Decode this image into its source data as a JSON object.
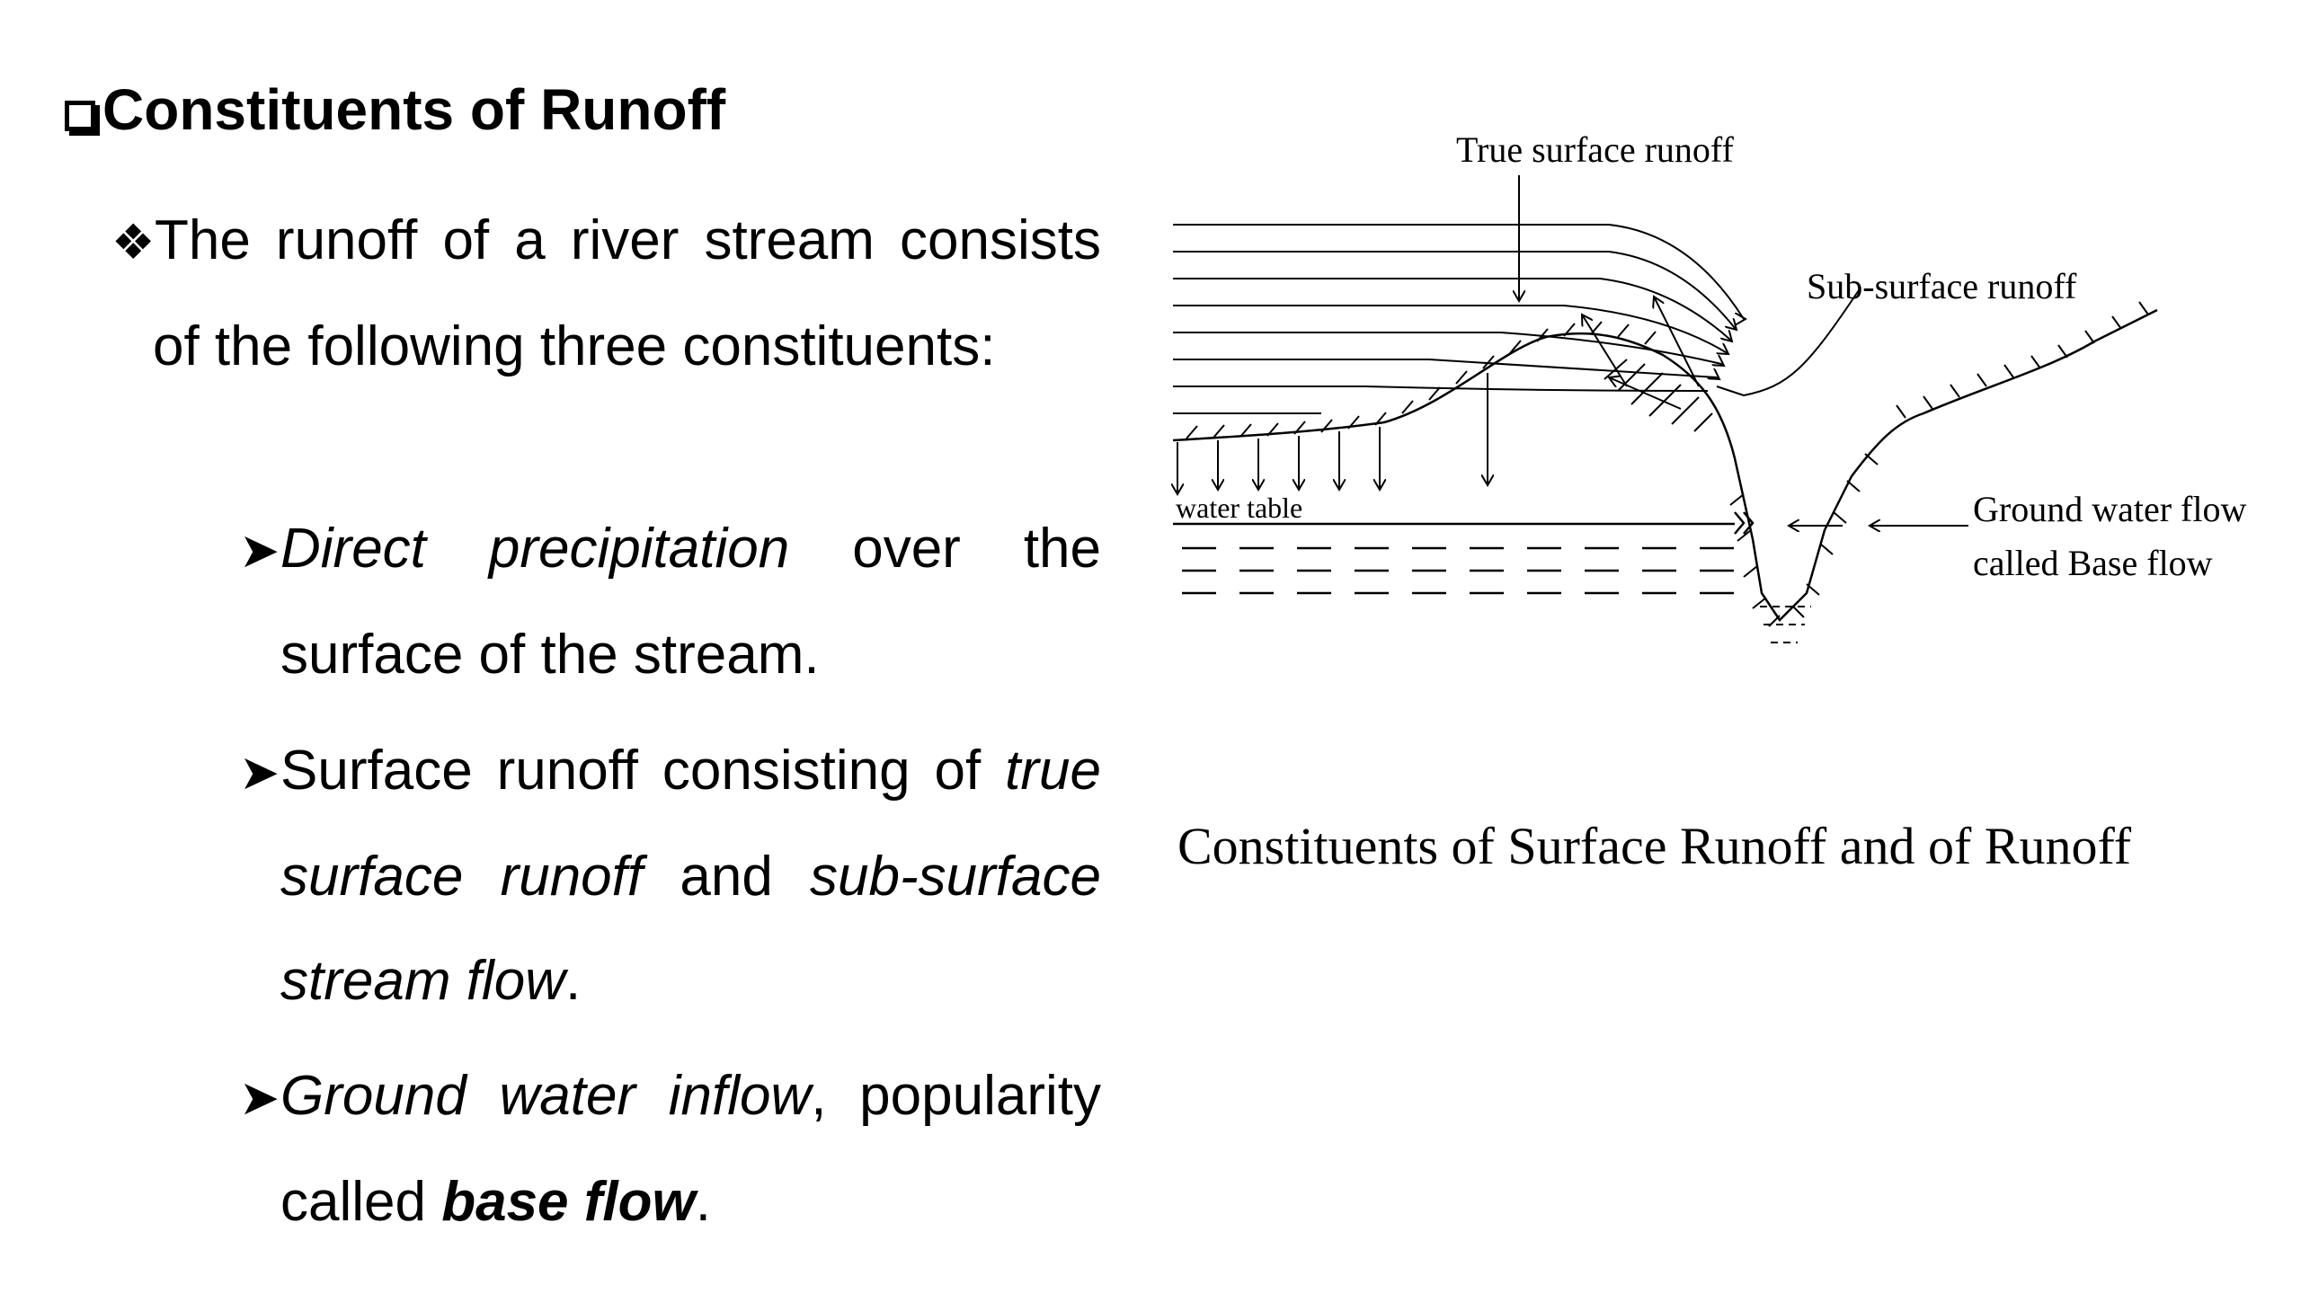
{
  "heading": {
    "text": "Constituents of Runoff",
    "icon": "checkbox-square-icon"
  },
  "intro": {
    "icon": "four-diamond-bullet-icon",
    "text": "The runoff of a river stream consists of the following three constituents:"
  },
  "items": [
    {
      "icon": "arrowhead-bullet-icon",
      "italic": "Direct precipitation",
      "rest": " over the surface of the stream."
    },
    {
      "icon": "arrowhead-bullet-icon",
      "lead": "Surface runoff consisting of ",
      "italic1": "true surface runoff",
      "mid": " and ",
      "italic2": "sub-surface stream flow",
      "end": "."
    },
    {
      "icon": "arrowhead-bullet-icon",
      "italic": "Ground water inflow",
      "mid": ", popularity called ",
      "bold_italic": "base flow",
      "end": "."
    }
  ],
  "figure": {
    "labels": {
      "true_surface_runoff": "True surface runoff",
      "sub_surface_runoff": "Sub-surface runoff",
      "water_table": "water table",
      "ground_water_flow": "Ground water flow",
      "base_flow": "called Base flow"
    },
    "caption": "Constituents of Surface Runoff and of Runoff"
  }
}
